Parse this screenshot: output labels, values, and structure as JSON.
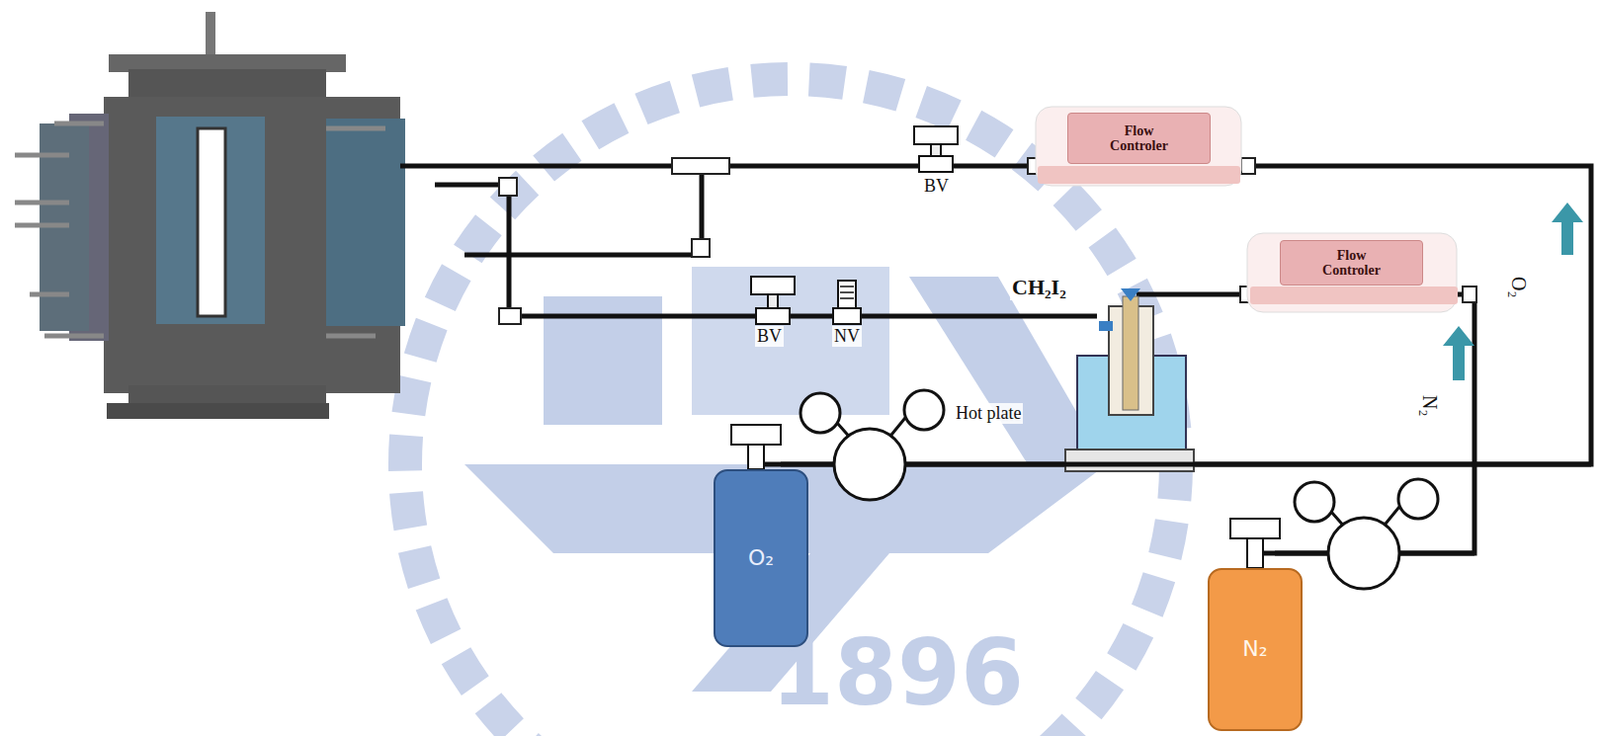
{
  "diagram": {
    "nodes": [
      {
        "text": [
          "Flow Controler"
        ]
      },
      {
        "text": [
          "Flow Controler"
        ]
      },
      {
        "text": [
          "O₂"
        ]
      },
      {
        "text": [
          "N₂"
        ]
      }
    ],
    "edges": [
      {
        "from": 2,
        "to": 0,
        "arrow": "none"
      },
      {
        "from": 3,
        "to": 1,
        "arrow": "none"
      }
    ],
    "labels": [
      "BV",
      "BV",
      "NV",
      "CH₂I₂",
      "Hot plate",
      "O₂",
      "N₂",
      "1896"
    ]
  }
}
